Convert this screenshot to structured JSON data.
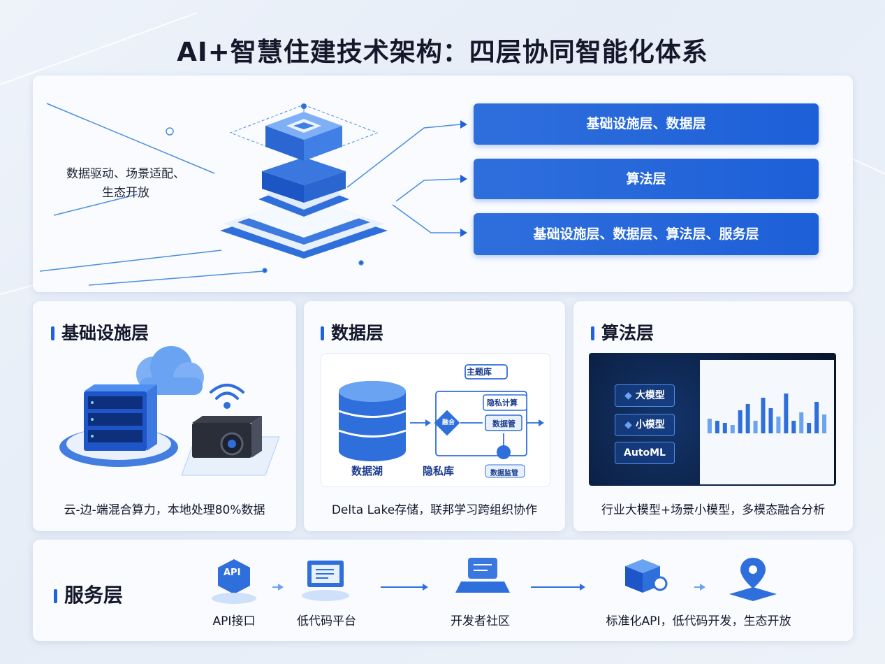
{
  "title": "AI+智慧住建技术架构：四层协同智能化体系",
  "overview": {
    "left_text_line1": "数据驱动、场景适配、",
    "left_text_line2": "生态开放",
    "bars": [
      "基础设施层、数据层",
      "算法层",
      "基础设施层、数据层、算法层、服务层"
    ]
  },
  "infrastructure": {
    "heading": "基础设施层",
    "caption": "云-边-端混合算力，本地处理80%数据"
  },
  "data_layer": {
    "heading": "数据层",
    "caption": "Delta Lake存储，联邦学习跨组织协作",
    "lake_label": "数据湖",
    "privacy_label": "隐私库",
    "topic_label": "主题库",
    "privacy_compute": "隐私计算",
    "node_label": "融合",
    "sub_box": "数据管",
    "bottom_tag": "数据监管"
  },
  "algorithm": {
    "heading": "算法层",
    "caption": "行业大模型+场景小模型，多模态融合分析",
    "buttons": [
      "大模型",
      "小模型",
      "AutoML"
    ],
    "chart_bars": [
      0.35,
      0.3,
      0.25,
      0.2,
      0.55,
      0.7,
      0.3,
      0.85,
      0.6,
      0.4,
      0.95,
      0.3,
      0.5,
      0.25,
      0.75,
      0.45
    ]
  },
  "service": {
    "heading": "服务层",
    "items": [
      "API接口",
      "低代码平台",
      "开发者社区"
    ],
    "api_icon_text": "API",
    "summary": "标准化API，低代码开发，生态开放"
  },
  "colors": {
    "accent": "#1f62dc",
    "bar": "#2f6fdc",
    "dark_panel": "#0b1d3f"
  }
}
